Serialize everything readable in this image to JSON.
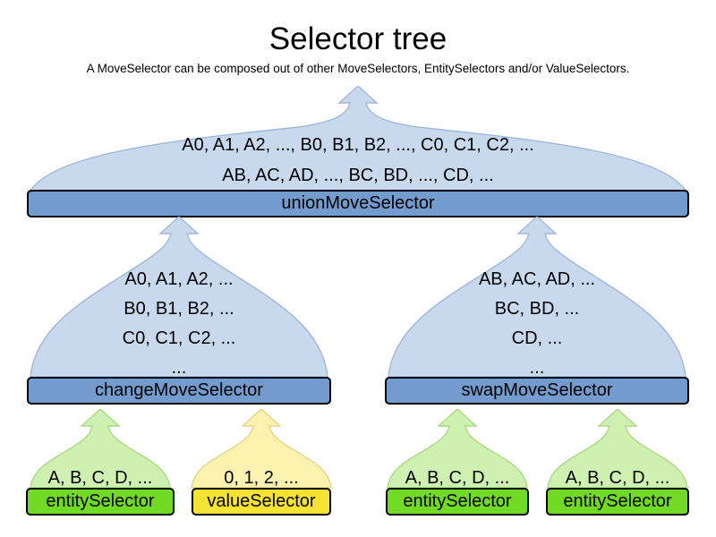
{
  "title": "Selector tree",
  "subtitle": "A MoveSelector can be composed out of other MoveSelectors, EntitySelectors and/or ValueSelectors.",
  "colors": {
    "text": "#000000",
    "bar_border": "#000000",
    "blue_bar": "#749bcd",
    "blue_cloud": "#c8d9ee",
    "blue_cloud_border": "#9fb8d8",
    "green_bar": "#70da24",
    "green_cloud": "#cef1b2",
    "green_cloud_border": "#abd983",
    "yellow_bar": "#f5e232",
    "yellow_cloud": "#fcf2af",
    "yellow_cloud_border": "#e3d68b"
  },
  "nodes": {
    "union": {
      "label": "unionMoveSelector",
      "lines": [
        "A0, A1, A2, ..., B0, B1, B2, ..., C0, C1, C2, ...",
        "AB, AC, AD, ..., BC, BD, ..., CD, ..."
      ]
    },
    "change": {
      "label": "changeMoveSelector",
      "lines": [
        "A0, A1, A2, ...",
        "B0, B1, B2, ...",
        "C0, C1, C2, ...",
        "..."
      ]
    },
    "swap": {
      "label": "swapMoveSelector",
      "lines": [
        "AB, AC, AD, ...",
        "BC, BD, ...",
        "CD, ...",
        "..."
      ]
    },
    "entity_left": {
      "label": "entitySelector",
      "lines": [
        "A, B, C, D, ..."
      ]
    },
    "value_left": {
      "label": "valueSelector",
      "lines": [
        "0, 1, 2, ..."
      ]
    },
    "entity_mid": {
      "label": "entitySelector",
      "lines": [
        "A, B, C, D, ..."
      ]
    },
    "entity_right": {
      "label": "entitySelector",
      "lines": [
        "A, B, C, D, ..."
      ]
    }
  }
}
